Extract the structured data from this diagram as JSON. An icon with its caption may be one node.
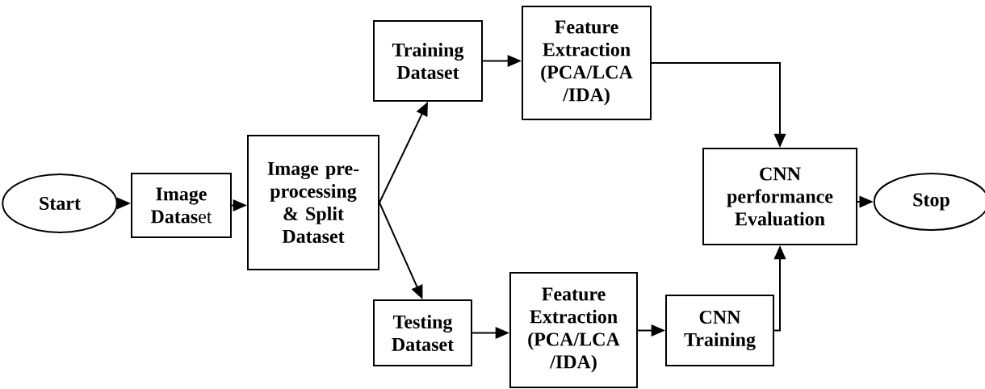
{
  "diagram": {
    "nodes": [
      {
        "text": [
          "Start"
        ]
      },
      {
        "text": [
          "**Image Datas**et"
        ]
      },
      {
        "text": [
          "Image pre-processing & Split Dataset"
        ]
      },
      {
        "text": [
          "Training Dataset"
        ]
      },
      {
        "text": [
          "Feature Extraction (PCA/LCA /IDA)"
        ]
      },
      {
        "text": [
          "CNN performance Evaluation"
        ]
      },
      {
        "text": [
          "Stop"
        ]
      },
      {
        "text": [
          "Testing Dataset"
        ]
      },
      {
        "text": [
          "Feature Extraction (PCA/LCA /IDA)"
        ]
      },
      {
        "text": [
          "CNN Training"
        ]
      }
    ],
    "edges": [
      {
        "from": 0,
        "to": 1,
        "arrow": "to"
      },
      {
        "from": 1,
        "to": 2,
        "arrow": "to"
      },
      {
        "from": 2,
        "to": 3,
        "arrow": "to"
      },
      {
        "from": 2,
        "to": 7,
        "arrow": "to"
      },
      {
        "from": 3,
        "to": 4,
        "arrow": "to"
      },
      {
        "from": 4,
        "to": 5,
        "arrow": "to"
      },
      {
        "from": 5,
        "to": 6,
        "arrow": "to"
      },
      {
        "from": 7,
        "to": 8,
        "arrow": "to"
      },
      {
        "from": 8,
        "to": 9,
        "arrow": "to"
      },
      {
        "from": 9,
        "to": 5,
        "arrow": "to"
      }
    ]
  }
}
